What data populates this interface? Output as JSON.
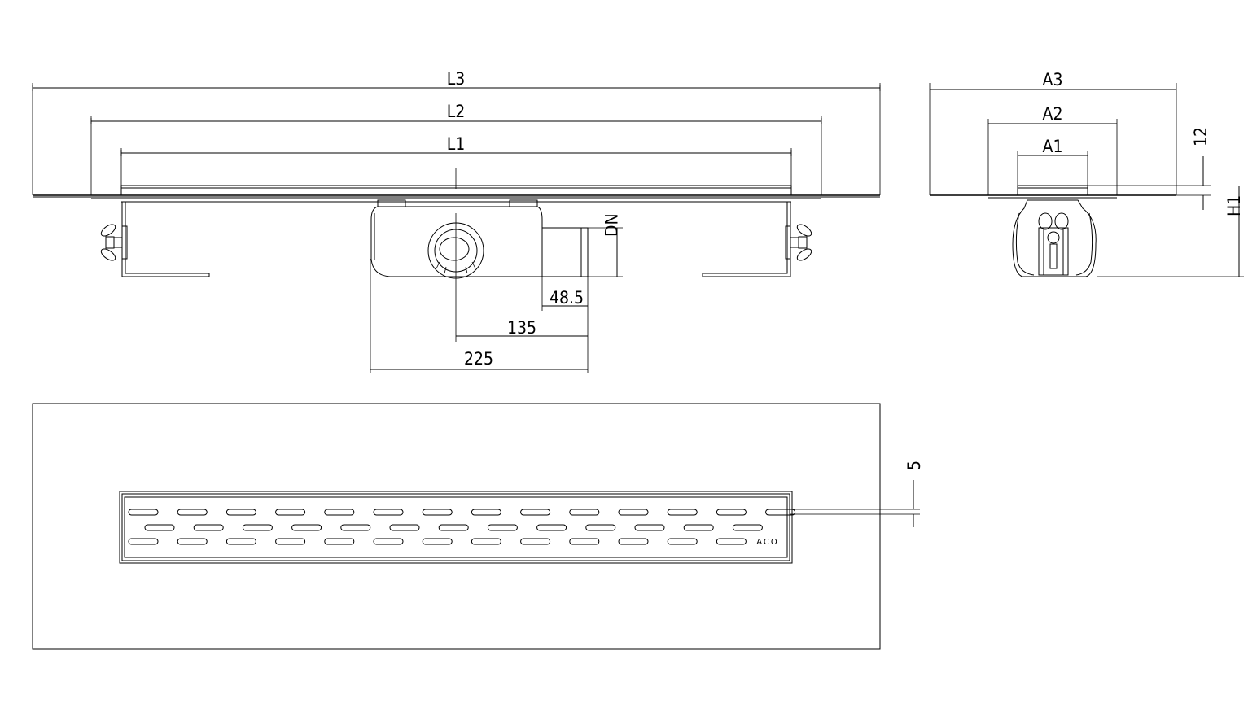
{
  "dimensions": {
    "L3": "L3",
    "L2": "L2",
    "L1": "L1",
    "DN": "DN",
    "d48_5": "48.5",
    "d135": "135",
    "d225": "225",
    "A3": "A3",
    "A2": "A2",
    "A1": "A1",
    "d12": "12",
    "H1": "H1",
    "d5": "5"
  },
  "grating": {
    "logo": "ACO"
  }
}
